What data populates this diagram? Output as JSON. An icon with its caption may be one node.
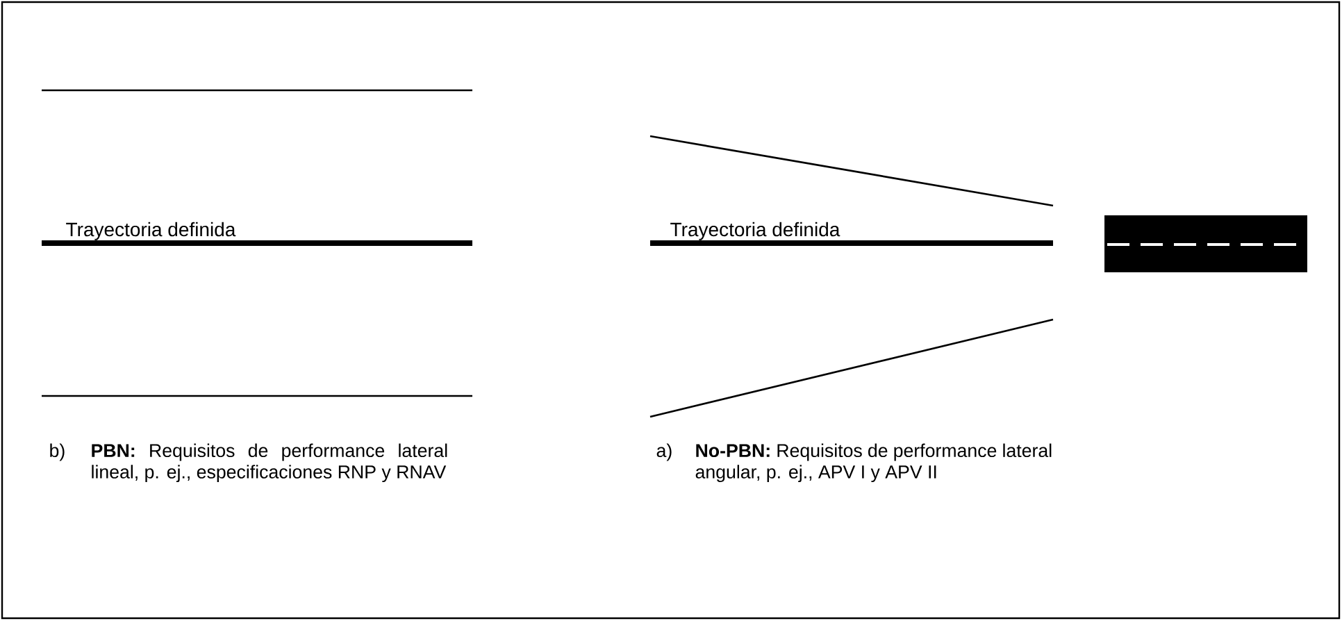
{
  "diagram": {
    "labels": [
      "Trayectoria definida",
      "Trayectoria definida",
      "b)",
      "**PBN:** Requisitos de performance lateral lineal, p. ej., especificaciones RNP y RNAV",
      "a)",
      "**No-PBN:** Requisitos de performance lateral angular, p. ej., APV I y APV II"
    ]
  }
}
